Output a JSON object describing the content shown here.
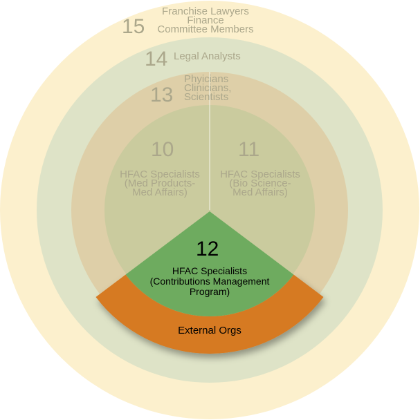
{
  "colors": {
    "ring15": "#fcf0cd",
    "ring14": "#dee3c7",
    "ring13": "#decfa8",
    "core": "#cacb9e",
    "green": "#6eab5f",
    "orange": "#d67a22",
    "muted_text": "#aba78b"
  },
  "rings": [
    {
      "number": "15",
      "label_lines": [
        "Franchise Lawyers",
        "Finance",
        "Committee Members"
      ]
    },
    {
      "number": "14",
      "label_lines": [
        "Legal Analysts"
      ]
    },
    {
      "number": "13",
      "label_lines": [
        "Phyicians",
        "Clinicians,",
        "Scientists"
      ]
    }
  ],
  "core": [
    {
      "number": "10",
      "label_lines": [
        "HFAC Specialists",
        "(Med Products-",
        "Med Affairs)"
      ]
    },
    {
      "number": "11",
      "label_lines": [
        "HFAC Specialists",
        "(Bio Science-",
        "Med Affairs)"
      ]
    }
  ],
  "focus": {
    "number": "12",
    "label_lines": [
      "HFAC Specialists",
      "(Contributions Management",
      "Program)"
    ]
  },
  "band": {
    "label": "External Orgs"
  }
}
